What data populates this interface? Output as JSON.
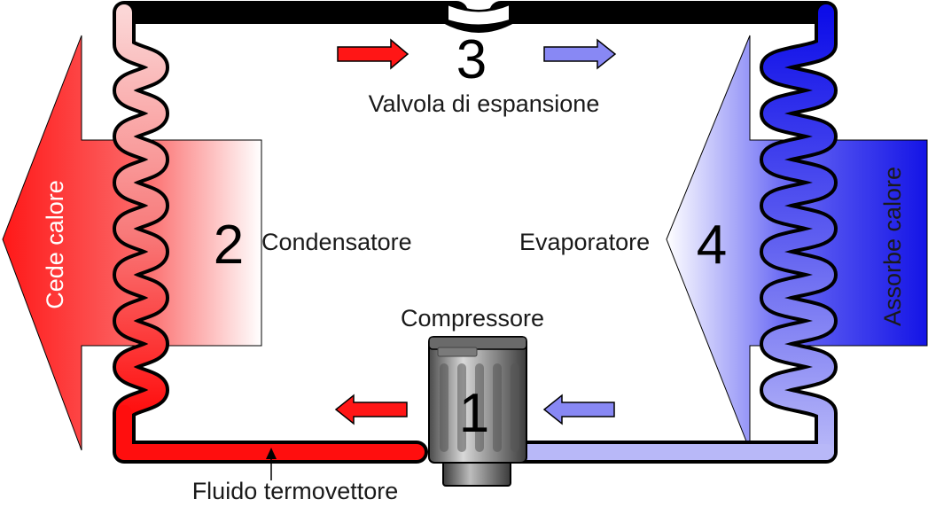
{
  "labels": {
    "valve": "Valvola di espansione",
    "condenser": "Condensatore",
    "evaporator": "Evaporatore",
    "compressor": "Compressore",
    "fluid": "Fluido termovettore",
    "gives_heat": "Cede calore",
    "absorbs_heat": "Assorbe calore"
  },
  "stage_numbers": {
    "compressor": "1",
    "condenser": "2",
    "valve": "3",
    "evaporator": "4"
  },
  "colors": {
    "hot": "#ff1010",
    "hot_light": "#fbd4d4",
    "cold": "#1515ee",
    "cold_light": "#b5b5f8",
    "outline": "#000000"
  }
}
